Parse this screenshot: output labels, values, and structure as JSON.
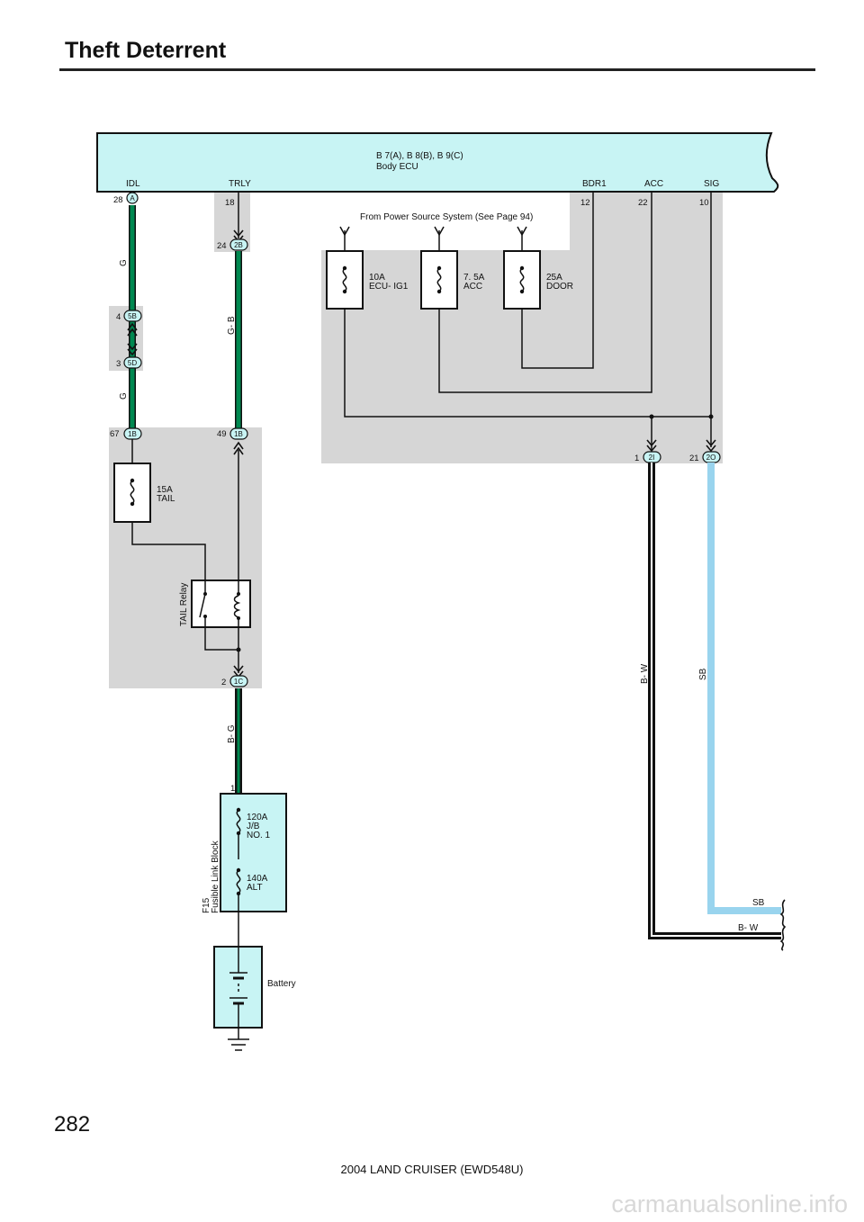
{
  "title": "Theft Deterrent",
  "page_number": "282",
  "footer": "2004 LAND CRUISER (EWD548U)",
  "watermark": "carmanualsonline.info",
  "colors": {
    "wire_green": "#008850",
    "wire_sky_blue": "#99d4ee",
    "component_fill": "#c8f4f4",
    "shade": "#d6d6d6"
  },
  "ecu": {
    "name_line1": "B 7(A), B 8(B), B 9(C)",
    "name_line2": "Body ECU",
    "terminals": {
      "idl": "IDL",
      "trly": "TRLY",
      "bdr1": "BDR1",
      "acc": "ACC",
      "sig": "SIG"
    },
    "pins": {
      "idl": "28",
      "trly": "18",
      "bdr1": "12",
      "acc": "22",
      "sig": "10"
    },
    "connector_a": "A"
  },
  "power_source_note": "From Power Source System (See Page 94)",
  "fuses": {
    "ecu_ig1": {
      "line1": "10A",
      "line2": "ECU- IG1"
    },
    "acc": {
      "line1": "7. 5A",
      "line2": "ACC"
    },
    "door": {
      "line1": "25A",
      "line2": "DOOR"
    },
    "tail": {
      "line1": "15A",
      "line2": "TAIL"
    }
  },
  "connectors": {
    "c2b": {
      "pin": "24",
      "label": "2B"
    },
    "c5b": {
      "pin": "4",
      "label": "5B"
    },
    "c5d": {
      "pin": "3",
      "label": "5D"
    },
    "c1b_left": {
      "pin": "67",
      "label": "1B"
    },
    "c1b_right": {
      "pin": "49",
      "label": "1B"
    },
    "c2i": {
      "pin": "1",
      "label": "2I"
    },
    "c2o": {
      "pin": "21",
      "label": "2O"
    },
    "c1c": {
      "pin": "2",
      "label": "1C"
    }
  },
  "wire_colors": {
    "g_upper": "G",
    "g_lower": "G",
    "gb": "G- B",
    "bg": "B- G",
    "bw": "B- W",
    "sb": "SB",
    "sb_end": "SB",
    "bw_end": "B- W"
  },
  "relay": {
    "label": "TAIL Relay"
  },
  "fusible_link_block": {
    "pin": "1",
    "code": "F15",
    "name": "Fusible Link Block",
    "fuse1": {
      "line1": "120A",
      "line2": "J/B",
      "line3": "NO. 1"
    },
    "fuse2": {
      "line1": "140A",
      "line2": "ALT"
    }
  },
  "battery": {
    "label": "Battery"
  }
}
